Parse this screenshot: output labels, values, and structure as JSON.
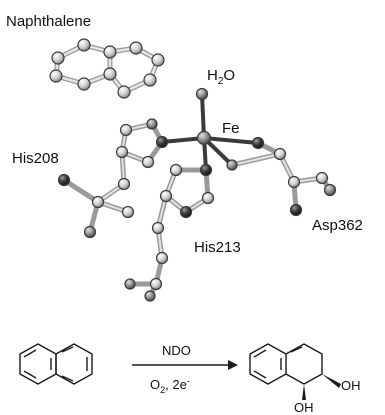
{
  "labels": {
    "naphthalene": "Naphthalene",
    "water": "H",
    "water_sub": "2",
    "water_tail": "O",
    "iron": "Fe",
    "his208": "His208",
    "his213": "His213",
    "asp362": "Asp362"
  },
  "reaction": {
    "enzyme": "NDO",
    "cofactor_o": "O",
    "cofactor_o_sub": "2",
    "cofactor_rest": ", 2e",
    "cofactor_sup": "-",
    "hydroxyl_1": "OH",
    "hydroxyl_2": "OH"
  },
  "colors": {
    "light_atom": "#c8c8c8",
    "mid_atom": "#8a8a8a",
    "dark_atom": "#333333",
    "bond_light": "#d4d4d4",
    "bond_dark": "#444444",
    "line": "#1a1a1a"
  }
}
